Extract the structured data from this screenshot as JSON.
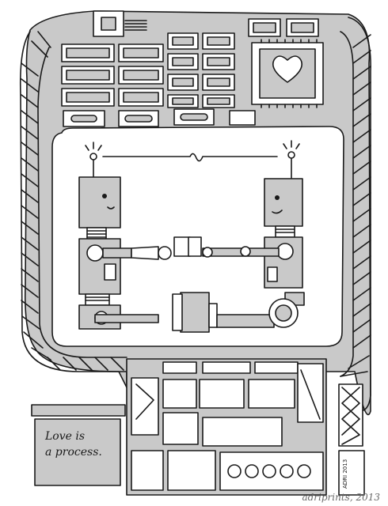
{
  "caption": {
    "line1": "Love is",
    "line2": "a process."
  },
  "signature": "adriprints, 2013",
  "corner_tag": "ADRI 2013",
  "colors": {
    "ink": "#1a1a1a",
    "panel_gray": "#c9c9c9",
    "paper": "#ffffff"
  },
  "icons": [
    "heart-icon",
    "robot-left",
    "robot-right",
    "gear-wheel"
  ]
}
